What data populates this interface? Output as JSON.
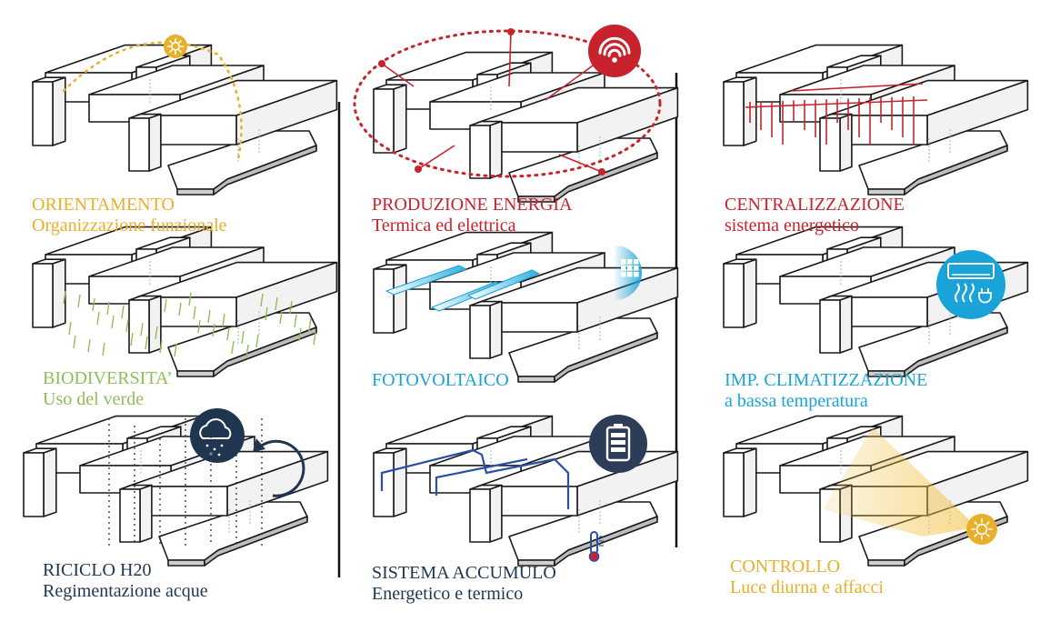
{
  "colors": {
    "orange": "#e8b02a",
    "green": "#8fbe5a",
    "navy": "#1f3550",
    "red": "#c8232c",
    "blue": "#1aa3d9",
    "battery_navy": "#2c3e57",
    "pipe_blue": "#2b4fa8",
    "light_gold": "#f0c040",
    "outline": "#1a1a1a",
    "divider": "#111111"
  },
  "panels": [
    {
      "id": "orientamento",
      "title": "ORIENTAMENTO",
      "subtitle": "Organizzazione funzionale",
      "color": "#e8b02a",
      "icon": "sun-icon"
    },
    {
      "id": "biodiversita",
      "title": "BIODIVERSITA’",
      "subtitle": "Uso del verde",
      "color": "#8fbe5a",
      "icon": "grass-icon"
    },
    {
      "id": "riciclo",
      "title": "RICICLO H20",
      "subtitle": "Regimentazione acque",
      "color": "#1f3550",
      "icon": "rain-cloud-icon"
    },
    {
      "id": "produzione",
      "title": "PRODUZIONE ENERGIA",
      "subtitle": "Termica ed elettrica",
      "color": "#c8232c",
      "icon": "wifi-icon"
    },
    {
      "id": "fotovoltaico",
      "title": "FOTOVOLTAICO",
      "subtitle": "",
      "color": "#1aa3d9",
      "icon": "solar-panel-icon"
    },
    {
      "id": "accumulo",
      "title": "SISTEMA ACCUMULO",
      "subtitle": "Energetico e termico",
      "color": "#1f3550",
      "icon": "battery-icon"
    },
    {
      "id": "centralizzazione",
      "title": "CENTRALIZZAZIONE",
      "subtitle": "sistema energetico",
      "color": "#c8232c",
      "icon": "pipes-icon"
    },
    {
      "id": "climatizzazione",
      "title": "IMP. CLIMATIZZAZIONE",
      "subtitle": "a bassa temperatura",
      "color": "#1aa3d9",
      "icon": "air-conditioner-icon"
    },
    {
      "id": "controllo",
      "title": "CONTROLLO",
      "subtitle": "Luce diurna e affacci",
      "color": "#e8b02a",
      "icon": "sun-icon"
    }
  ]
}
